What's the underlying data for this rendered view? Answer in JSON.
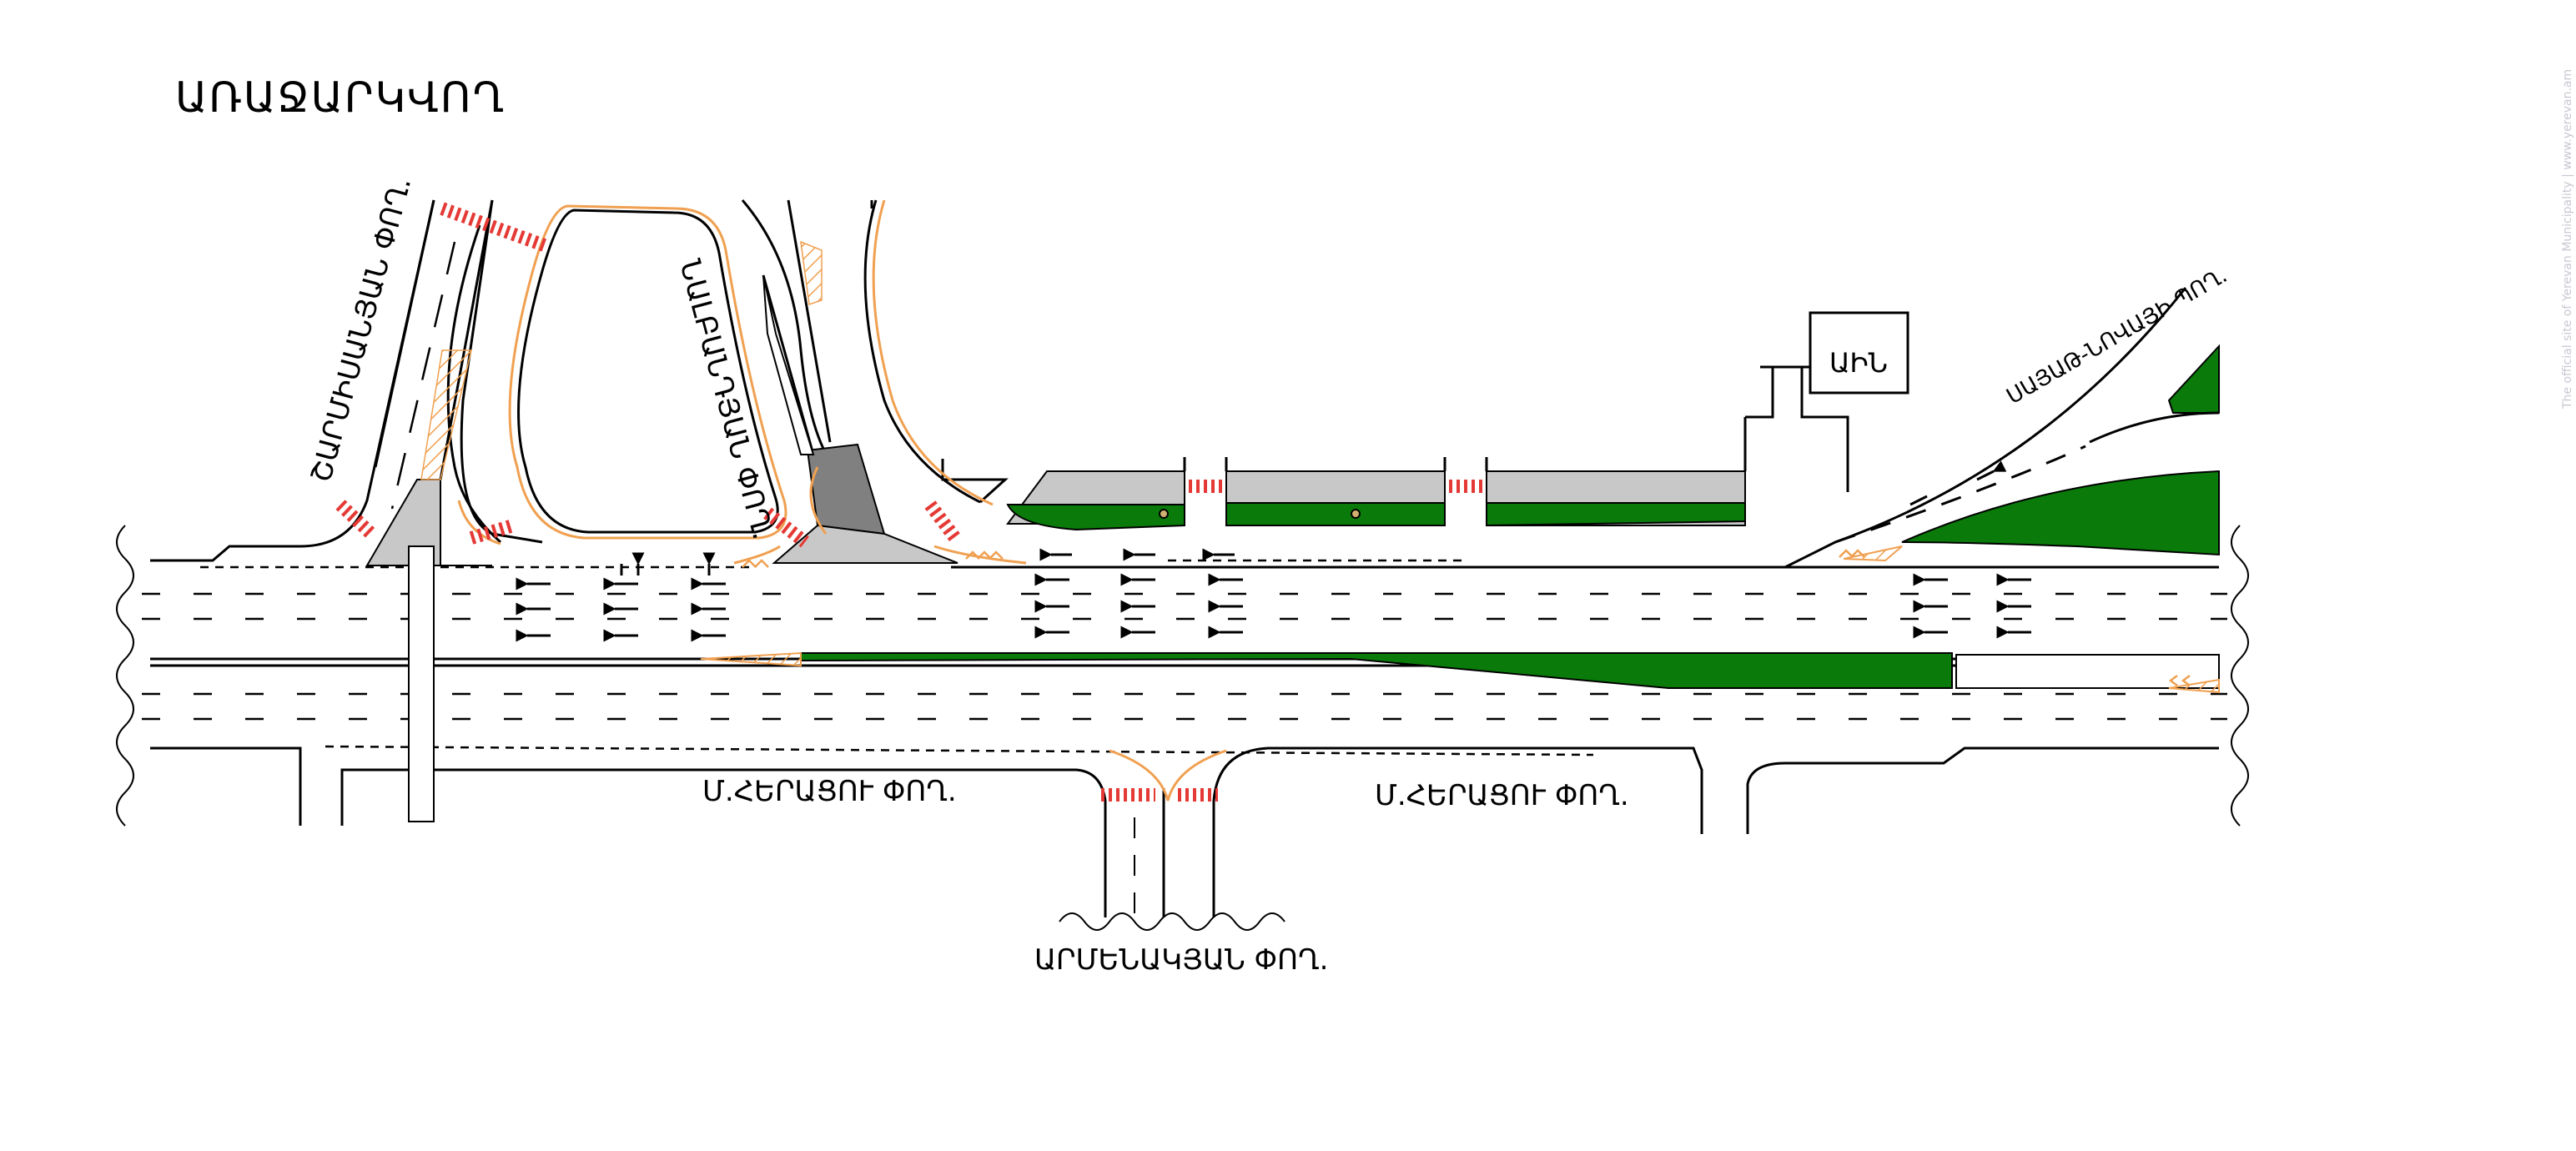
{
  "title": "ԱՌԱՋԱՐԿՎՈՂ",
  "labels": {
    "street_sarmisyan": "ՇԱՐՄԻՍԱՆՅԱՆ ՓՈՂ.",
    "street_nalbandyan": "ՆԱԼԲԱՆԴՅԱՆ ՓՈՂ.",
    "street_sayat_nova": "ՍԱՅԱԹ-ՆՈՎԱՅԻ ՊՈՂ.",
    "street_m_heratsi_left": "Մ.ՀԵՐԱՑՈՒ ՓՈՂ.",
    "street_m_heratsi_right": "Մ.ՀԵՐԱՑՈՒ ՓՈՂ.",
    "street_armenakyan": "ԱՐՄԵՆԱԿՅԱՆ ՓՈՂ.",
    "building_ain": "ԱԻՆ"
  },
  "watermark": "The official site of Yerevan Municipality  |  www.yerevan.am",
  "colors": {
    "road_line": "#000000",
    "curb_orange": "#f0a050",
    "crosswalk_red": "#e53935",
    "green_median": "#0a7a0a",
    "island_gray": "#c8c8c8",
    "island_dark": "#808080"
  }
}
